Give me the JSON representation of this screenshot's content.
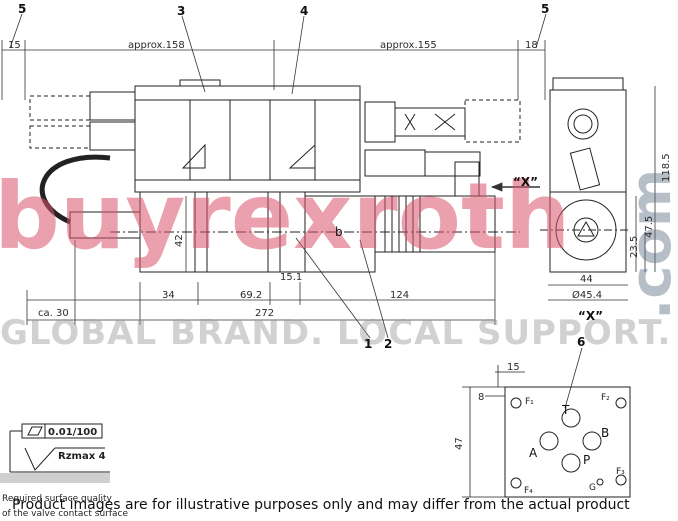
{
  "callouts": {
    "n5_left": "5",
    "n3": "3",
    "n4": "4",
    "n5_right": "5",
    "n1": "1",
    "n2": "2",
    "n6": "6"
  },
  "dims": {
    "d15_top": "15",
    "approx158": "approx.158",
    "approx155": "approx.155",
    "d18": "18",
    "d118_5": "118.5",
    "d47_5": "47.5",
    "d23_5": "23.5",
    "d44": "44",
    "d45_4": "Ø45.4",
    "d42": "42",
    "d34": "34",
    "d69_2": "69.2",
    "d15_1": "15.1",
    "d124": "124",
    "d272": "272",
    "ca30": "ca. 30",
    "view_x_arrow": "“X”",
    "view_x_label": "“X”",
    "b": "b",
    "p15": "15",
    "p8": "8",
    "p47": "47"
  },
  "ports": {
    "T": "T",
    "A": "A",
    "B": "B",
    "P": "P",
    "F1": "F₁",
    "F2": "F₂",
    "F3": "F₃",
    "F4": "F₄",
    "G": "G"
  },
  "surface": {
    "flatness": "0.01/100",
    "rz": "Rzmax 4",
    "note_line1": "Required surface quality",
    "note_line2": "of the valve contact surface"
  },
  "watermark": {
    "brand": "buyrexroth",
    "tagline": "GLOBAL BRAND. LOCAL SUPPORT.",
    "dotcom": ".com"
  },
  "caption": "Product images are for illustrative purposes only and may differ from the actual product"
}
